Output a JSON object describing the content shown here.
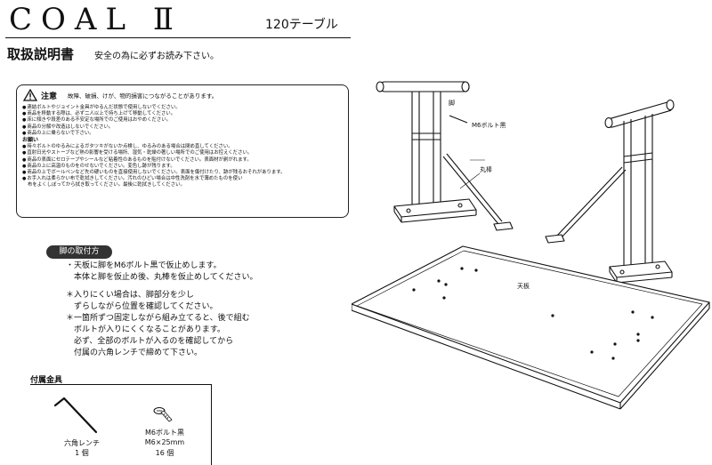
{
  "header": {
    "brand": "COAL Ⅱ",
    "product": "120テーブル",
    "manual_title": "取扱説明書",
    "manual_subtitle": "安全の為に必ずお読み下さい。"
  },
  "caution": {
    "label": "注意",
    "description": "故障、破損、けが、物的損害につながることがあります。",
    "items": [
      {
        "kind": "bullet",
        "text": "連結ボルトやジョイント金具がゆるんだ状態で使用しないでください。"
      },
      {
        "kind": "bullet",
        "text": "商品を移動する際は、必ず二人以上で持ち上げて移動してください。"
      },
      {
        "kind": "bullet",
        "text": "床に傾きや段差のある不安定な場所でのご使用はおやめください。"
      },
      {
        "kind": "bullet",
        "text": "商品の分解や改造はしないでください。"
      },
      {
        "kind": "bullet",
        "text": "商品の上に乗らないで下さい。"
      },
      {
        "kind": "heading",
        "text": "お願い"
      },
      {
        "kind": "bullet",
        "text": "時々ボルトのゆるみによるガタツキがないか点検し、ゆるみのある場合は閉め直してください。"
      },
      {
        "kind": "bullet",
        "text": "直射日光やストーブなど熱の影響を受ける場所、湿気・乾燥の著しい場所でのご使用はお控えください。"
      },
      {
        "kind": "bullet",
        "text": "商品の表面にセロテープやシールなど粘着性のあるものを貼付けないでください。表面材が剥がれます。"
      },
      {
        "kind": "bullet",
        "text": "商品の上に高温のものをのせないでください。変色し跡が残ります。"
      },
      {
        "kind": "bullet",
        "text": "商品の上でボールペンなど先の硬いものを直接使用しないでください。表面を傷付けたり、跡が残るおそれがあります。"
      },
      {
        "kind": "bullet",
        "text": "お手入れは柔らかい布で乾拭きしてください。汚れのひどい場合は中性洗剤を水で薄めたものを使い"
      },
      {
        "kind": "sub",
        "text": "布をよくしぼってから拭き取ってください。最後に乾拭きしてください。"
      }
    ]
  },
  "leg_mount": {
    "title": "脚の取付方",
    "lines": [
      "・天板に脚をM6ボルト黒で仮止めします。",
      "　本体と脚を仮止め後、丸棒を仮止めしてください。",
      "",
      "＊入りにくい場合は、脚部分を少し",
      "　ずらしながら位置を確認してください。",
      "＊一箇所ずつ固定しながら組み立てると、後で組む",
      "　ボルトが入りにくくなることがあります。",
      "　必ず、全部のボルトが入るのを確認してから",
      "　付属の六角レンチで締めて下さい。"
    ]
  },
  "diagram": {
    "leg_label": "脚",
    "bolt_label": "M6ボルト黒",
    "rod_label": "丸棒",
    "top_label": "天板"
  },
  "accessories": {
    "title": "付属金具",
    "wrench": {
      "name": "六角レンチ",
      "qty": "1 個"
    },
    "bolt": {
      "name": "M6ボルト黒",
      "size": "M6×25mm",
      "qty": "16 個"
    }
  },
  "colors": {
    "ink": "#111111",
    "pill": "#333333",
    "paper": "#ffffff"
  }
}
